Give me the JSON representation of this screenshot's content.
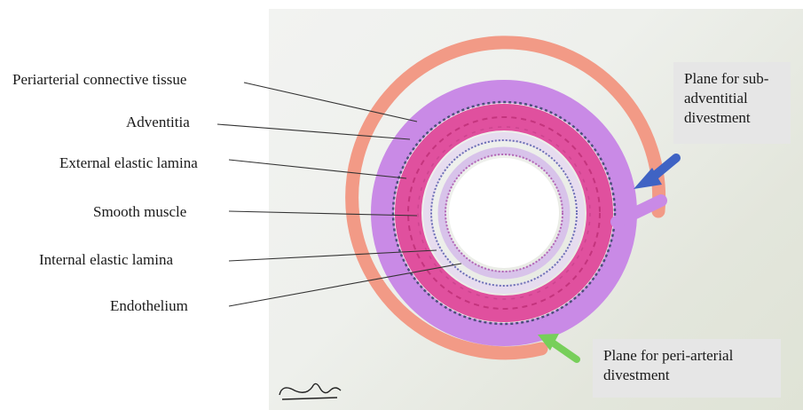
{
  "labels": {
    "periarterial": "Periarterial connective tissue",
    "adventitia": "Adventitia",
    "external_elastic": "External elastic lamina",
    "smooth_muscle": "Smooth muscle",
    "internal_elastic": "Internal elastic lamina",
    "endothelium": "Endothelium"
  },
  "callouts": {
    "sub_adventitial": [
      "Plane for sub-",
      "adventitial",
      "divestment"
    ],
    "peri_arterial": [
      "Plane for peri-arterial",
      "divestment"
    ]
  },
  "colors": {
    "periarterial_layer": "#f29a86",
    "adventitia_layer": "#c98ae6",
    "muscle_layer": "#e0509e",
    "inner_layer": "#b99adf",
    "elastic_wave": "#5a5f8a",
    "blue_arrow": "#3f63c4",
    "green_arrow": "#77cf5a"
  },
  "signature": "Yadha"
}
